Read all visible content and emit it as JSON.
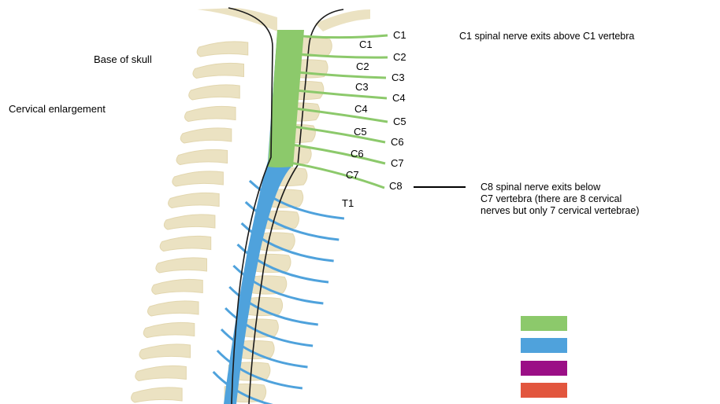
{
  "labels": {
    "base_of_skull": "Base of skull",
    "cervical_enlargement": "Cervical enlargement",
    "c1_note": "C1 spinal nerve exits above C1 vertebra",
    "c8_note": {
      "line1": "C8 spinal nerve exits below",
      "line2": "C7 vertebra (there are 8 cervical",
      "line3": "nerves but only 7 cervical vertebrae)"
    }
  },
  "nerves": [
    "C1",
    "C2",
    "C3",
    "C4",
    "C5",
    "C6",
    "C7",
    "C8"
  ],
  "vertebrae": [
    "C1",
    "C2",
    "C3",
    "C4",
    "C5",
    "C6",
    "C7",
    "T1"
  ],
  "legend": {
    "colors": [
      "#8cc96b",
      "#4fa2dc",
      "#9b0f86",
      "#e2563e"
    ]
  },
  "colors": {
    "cervical": "#8cc96b",
    "thoracic": "#4fa2dc",
    "bone": "#ebe2c2",
    "bone_edge": "#d9ccA0",
    "outline": "#1a1a1a"
  }
}
